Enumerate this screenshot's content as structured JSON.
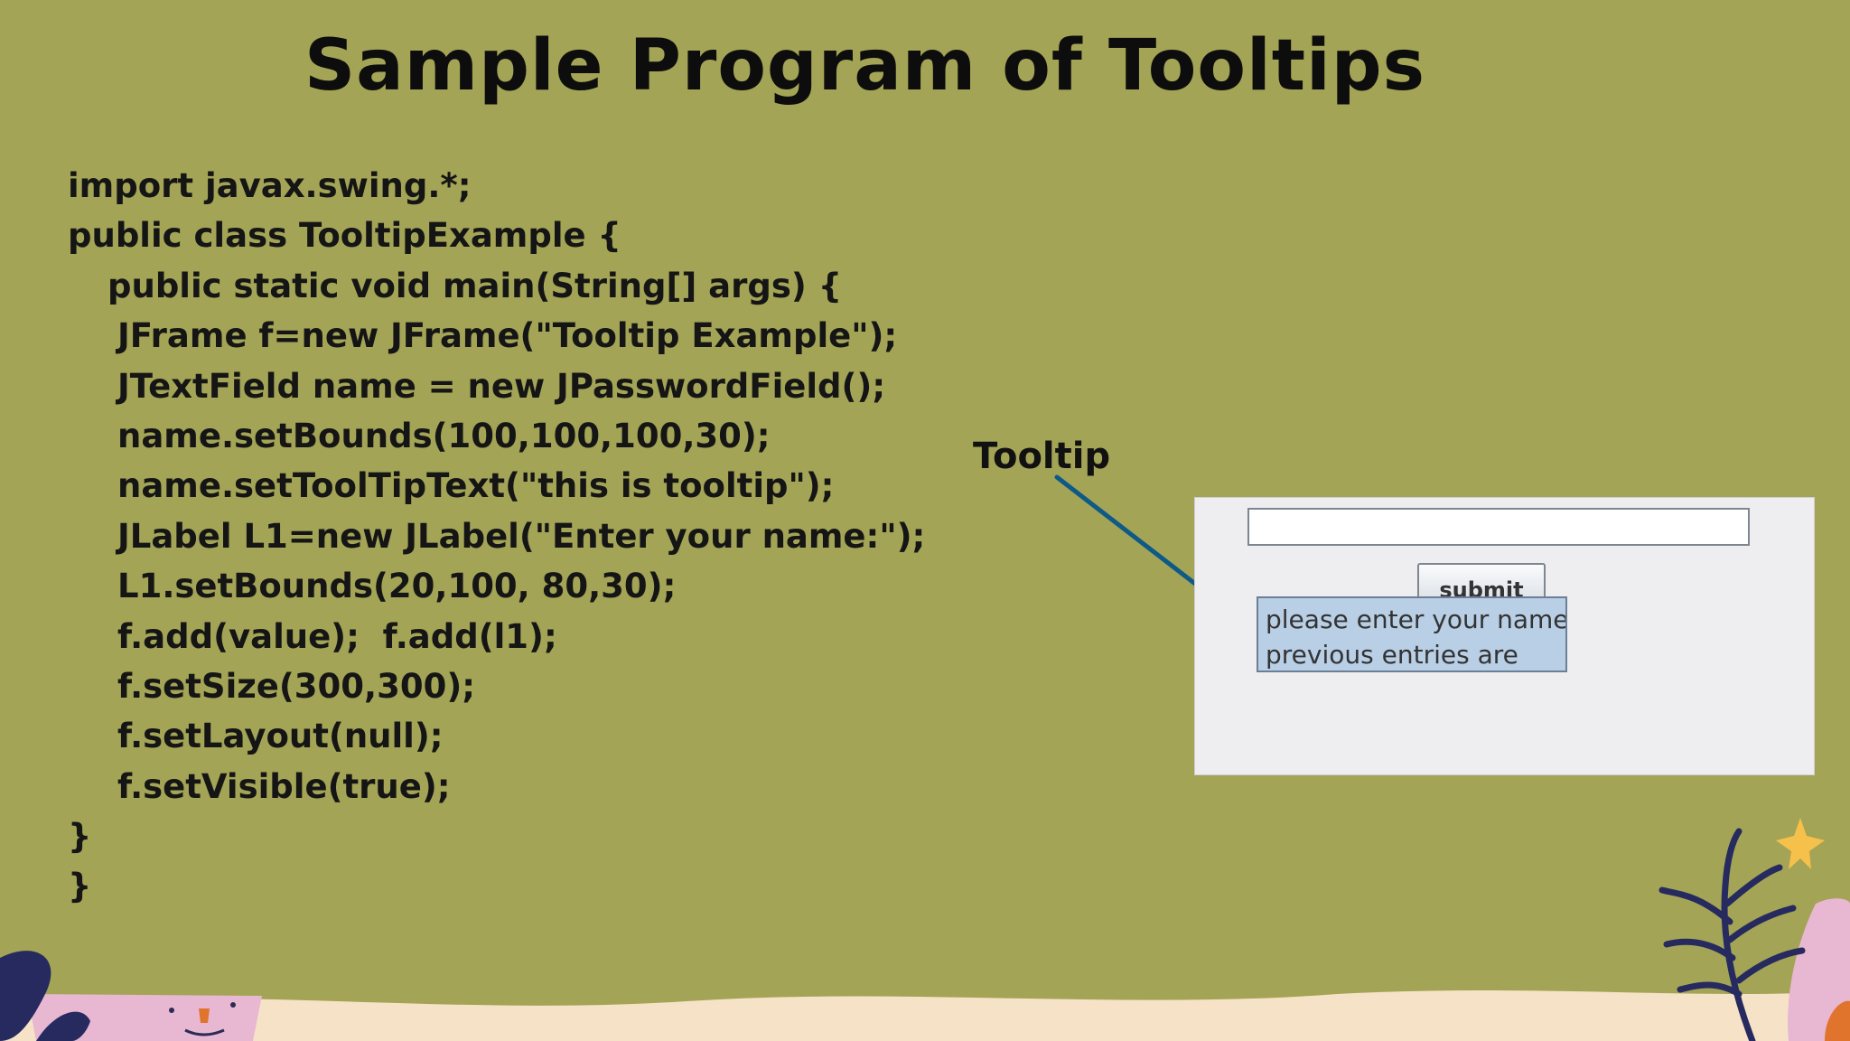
{
  "slide": {
    "title": "Sample Program of Tooltips"
  },
  "code": {
    "lines": [
      "import javax.swing.*;",
      "public class TooltipExample {",
      "public static void main(String[] args) {",
      "JFrame f=new JFrame(\"Tooltip Example\");",
      "JTextField name = new JPasswordField();",
      "name.setBounds(100,100,100,30);",
      "name.setToolTipText(\"this is tooltip\");",
      "JLabel L1=new JLabel(\"Enter your name:\");",
      "L1.setBounds(20,100, 80,30);",
      "f.add(value);  f.add(l1);",
      "f.setSize(300,300);",
      "f.setLayout(null);",
      "f.setVisible(true);",
      "}",
      "}"
    ]
  },
  "callout": {
    "label": "Tooltip",
    "arrow_color": "#0e5a87"
  },
  "swing_window": {
    "button_label": "submit",
    "tooltip_line1": "please enter your name",
    "tooltip_line2": "previous entries are"
  },
  "colors": {
    "background": "#a3a456",
    "tooltip_bg": "#b9cfe6"
  }
}
